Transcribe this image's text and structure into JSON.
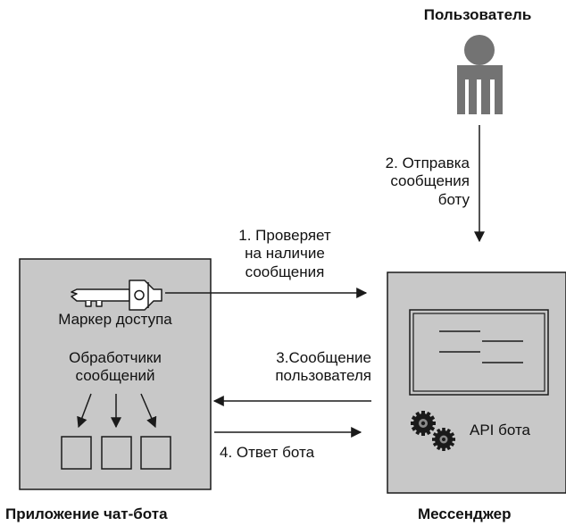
{
  "titles": {
    "user": "Пользователь",
    "app": "Приложение чат-бота",
    "messenger": "Мессенджер"
  },
  "app_box": {
    "token_label": "Маркер доступа",
    "handlers_label": "Обработчики\nсообщений"
  },
  "messenger_box": {
    "api_label": "API бота"
  },
  "arrows": {
    "step1": "1. Проверяет\nна наличие\nсообщения",
    "step2": "2. Отправка\nсообщения\nботу",
    "step3": "3.Сообщение\nпользователя",
    "step4": "4. Ответ бота"
  },
  "colors": {
    "box_fill": "#c8c8c8",
    "stroke": "#1a1a1a",
    "user_figure": "#737373"
  }
}
